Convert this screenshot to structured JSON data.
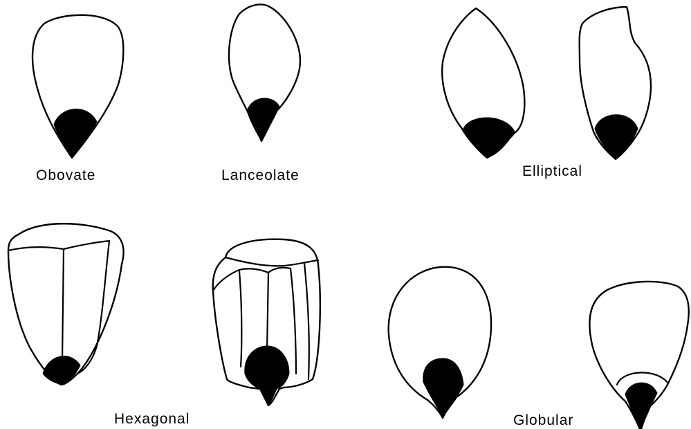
{
  "labels": {
    "obovate": "Obovate",
    "lanceolate": "Lanceolate",
    "elliptical": "Elliptical",
    "hexagonal": "Hexagonal",
    "globular": "Globular"
  },
  "colors": {
    "background": "#ffffff",
    "ink": "#000000"
  }
}
